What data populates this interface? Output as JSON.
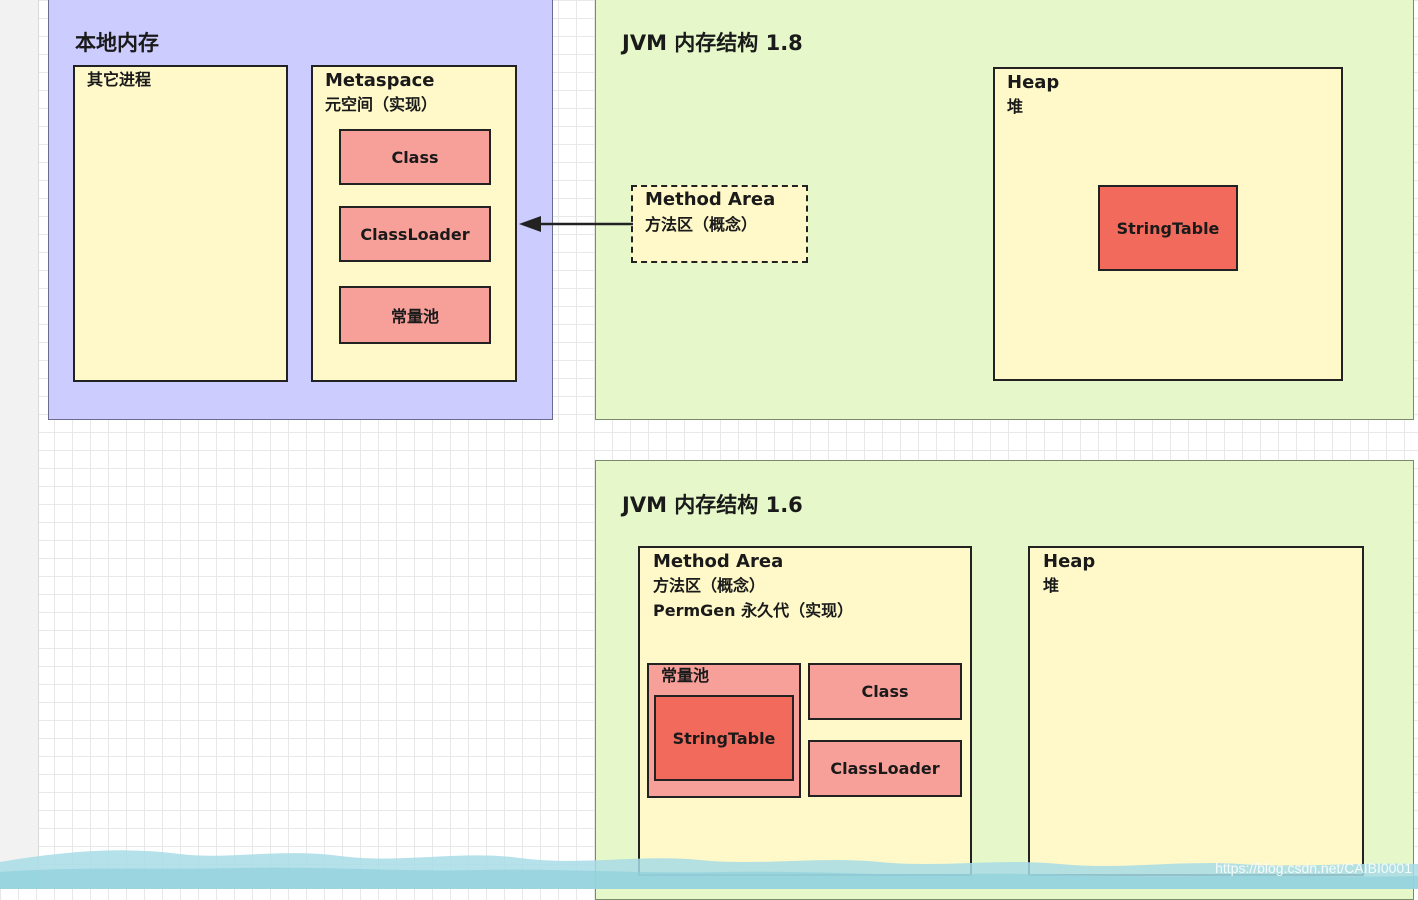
{
  "native_memory": {
    "title": "本地内存",
    "other_process": {
      "label": "其它进程"
    },
    "metaspace": {
      "title": "Metaspace",
      "subtitle": "元空间（实现）",
      "items": [
        "Class",
        "ClassLoader",
        "常量池"
      ]
    }
  },
  "jvm18": {
    "title": "JVM 内存结构 1.8",
    "method_area": {
      "title": "Method Area",
      "subtitle": "方法区（概念）"
    },
    "heap": {
      "title": "Heap",
      "subtitle": "堆",
      "string_table": "StringTable"
    }
  },
  "jvm16": {
    "title": "JVM 内存结构 1.6",
    "method_area": {
      "title": "Method Area",
      "line2": "方法区（概念）",
      "line3": "PermGen 永久代（实现）",
      "constant_pool": "常量池",
      "string_table": "StringTable",
      "class": "Class",
      "classloader": "ClassLoader"
    },
    "heap": {
      "title": "Heap",
      "subtitle": "堆"
    }
  },
  "watermark": "https://blog.csdn.net/CAIBI0001",
  "colors": {
    "native_region": "#ccccff",
    "jvm_region": "#e6f8c9",
    "yellow_box": "#fff9c9",
    "pink_box": "#f7a09a",
    "red_box": "#f26a5b"
  }
}
